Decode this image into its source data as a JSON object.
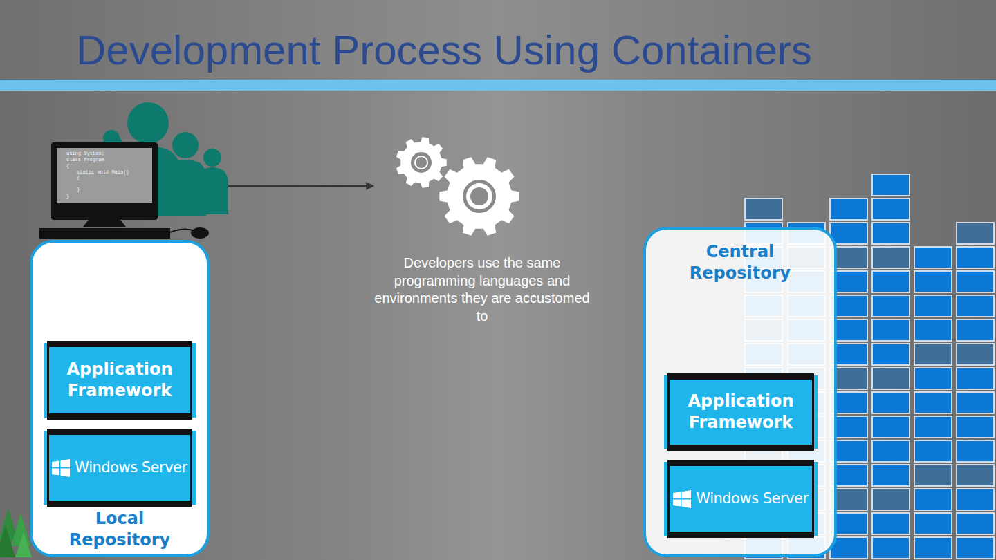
{
  "diagram": {
    "title": "Development Process Using Containers",
    "nodes": [
      {
        "text": [
          "Local Repository"
        ]
      },
      {
        "text": [
          "Application Framework"
        ],
        "in": 0
      },
      {
        "text": [
          "Windows Server"
        ],
        "in": 0
      },
      {
        "text": [
          "Central Repository"
        ]
      },
      {
        "text": [
          "Application Framework"
        ],
        "in": 3
      },
      {
        "text": [
          "Windows Server"
        ],
        "in": 3
      }
    ],
    "labels": [
      "using System;",
      "class Program",
      "{",
      "static void Main()",
      "{",
      "}",
      "}",
      "Developers use the same programming languages and environments they are accustomed to"
    ]
  }
}
